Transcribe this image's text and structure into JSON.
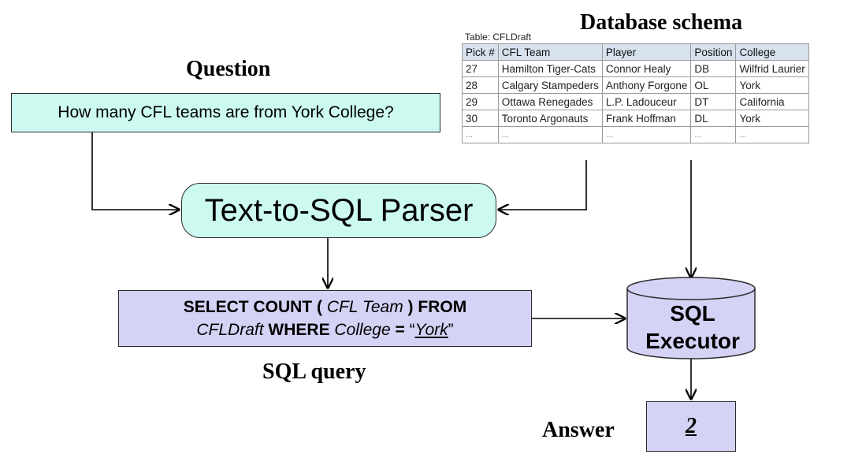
{
  "titles": {
    "question": "Question",
    "schema": "Database schema",
    "sql_query": "SQL query",
    "answer": "Answer"
  },
  "question_text": "How many CFL teams are from York College?",
  "parser_label": "Text-to-SQL Parser",
  "sql": {
    "select_count_open": "SELECT COUNT (",
    "col": "CFL Team",
    "close_from": ") FROM",
    "table": "CFLDraft",
    "where": "WHERE",
    "where_col": "College",
    "eq": "=",
    "quote_open": "“",
    "value": "York",
    "quote_close": "”"
  },
  "executor": {
    "line1": "SQL",
    "line2": "Executor"
  },
  "answer_value": "2",
  "schema": {
    "caption": "Table: CFLDraft",
    "columns": [
      "Pick #",
      "CFL Team",
      "Player",
      "Position",
      "College"
    ],
    "rows": [
      [
        "27",
        "Hamilton Tiger-Cats",
        "Connor Healy",
        "DB",
        "Wilfrid Laurier"
      ],
      [
        "28",
        "Calgary Stampeders",
        "Anthony Forgone",
        "OL",
        "York"
      ],
      [
        "29",
        "Ottawa Renegades",
        "L.P. Ladouceur",
        "DT",
        "California"
      ],
      [
        "30",
        "Toronto Argonauts",
        "Frank Hoffman",
        "DL",
        "York"
      ],
      [
        "...",
        "...",
        "...",
        "...",
        "..."
      ]
    ]
  },
  "colors": {
    "teal_box": "#ccfaf0",
    "lavender_box": "#d4d2f5",
    "table_header": "#d6e2ee"
  }
}
